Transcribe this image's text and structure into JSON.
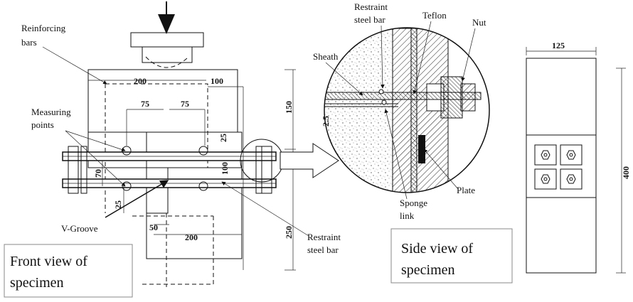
{
  "front": {
    "labels": {
      "reinforcing_1": "Reinforcing",
      "reinforcing_2": "bars",
      "measuring_1": "Measuring",
      "measuring_2": "points",
      "vgroove": "V-Groove",
      "restraint_1": "Restraint",
      "restraint_2": "steel bar"
    },
    "dims": {
      "d200_top": "200",
      "d100": "100",
      "d75a": "75",
      "d75b": "75",
      "d150": "150",
      "d25_right": "25",
      "d70": "70",
      "d100_mid": "100",
      "d25_left": "25",
      "d250": "250",
      "d50": "50",
      "d200_bottom": "200"
    },
    "caption_1": "Front view of",
    "caption_2": "specimen"
  },
  "side": {
    "labels": {
      "restraint_1": "Restraint",
      "restraint_2": "steel bar",
      "teflon": "Teflon",
      "nut": "Nut",
      "sheath": "Sheath",
      "d25": "2.5",
      "sponge_1": "Sponge",
      "sponge_2": "link",
      "plate": "Plate"
    },
    "caption_1": "Side view of",
    "caption_2": "specimen"
  },
  "end": {
    "d125": "125",
    "d400": "400"
  }
}
